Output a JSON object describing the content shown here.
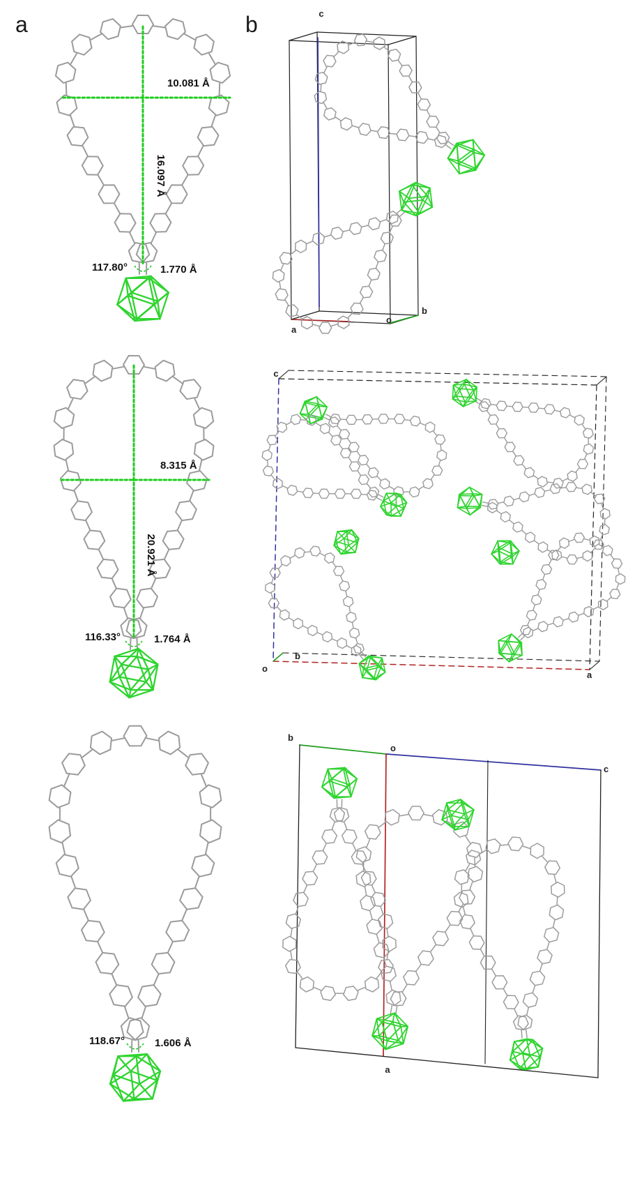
{
  "figure": {
    "panels": {
      "a_label": "a",
      "b_label": "b"
    },
    "molecules": [
      {
        "width_label": "10.081 Å",
        "height_label": "16.097 Å",
        "angle_label": "117.80°",
        "bond_label": "1.770 Å"
      },
      {
        "width_label": "8.315 Å",
        "height_label": "20.921 Å",
        "angle_label": "116.33°",
        "bond_label": "1.764 Å"
      },
      {
        "angle_label": "118.67°",
        "bond_label": "1.606 Å"
      }
    ],
    "unit_cells": [
      {
        "c": "c",
        "o": "o",
        "a": "a",
        "b": "b"
      },
      {
        "c": "c",
        "o": "o",
        "a": "a",
        "b": "b"
      },
      {
        "c": "c",
        "o": "o",
        "a": "a",
        "b": "b"
      }
    ],
    "colors": {
      "carborane_green": "#2fd42f",
      "skeleton_gray": "#9b9b9b",
      "measure_green": "#1ecc1e",
      "axis_a_red": "#b22222",
      "axis_b_green": "#1f9e1f",
      "axis_c_blue": "#30309f",
      "cell_edge": "#1f1f1f"
    }
  }
}
